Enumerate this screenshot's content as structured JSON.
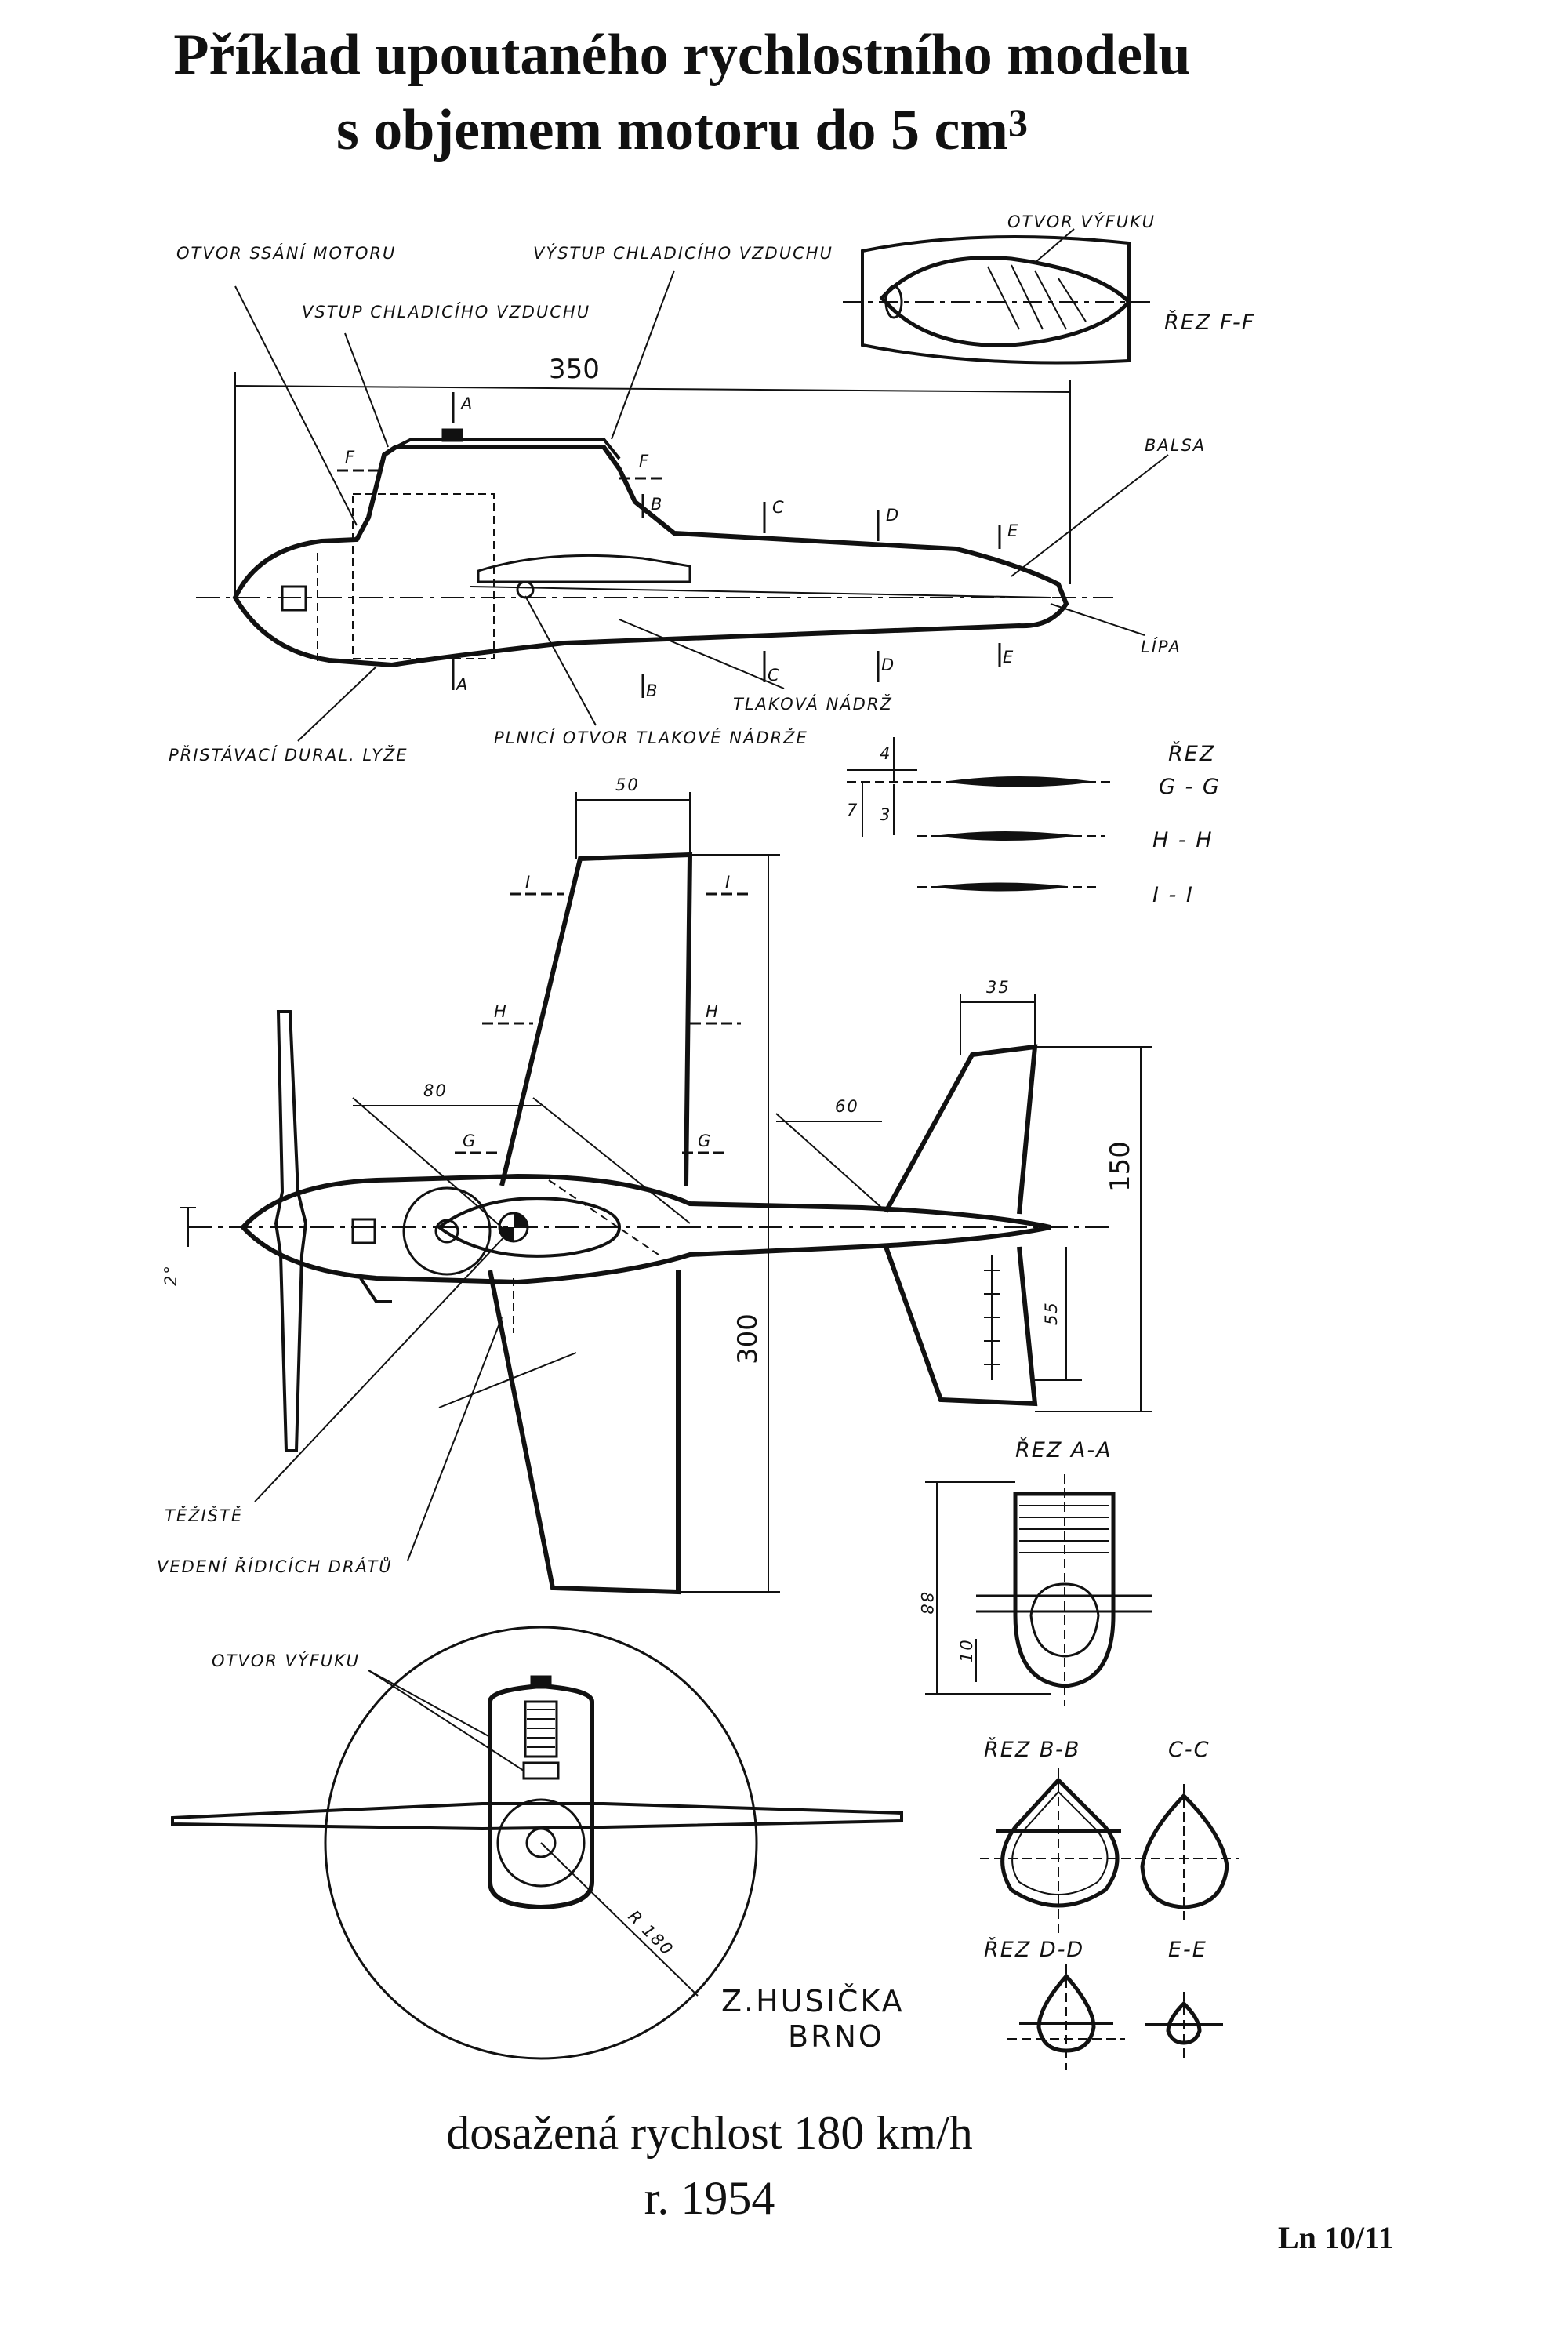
{
  "title": {
    "line1": "Příklad upoutaného rychlostního modelu",
    "line2": "s objemem motoru do  5 cm",
    "superscript": "3"
  },
  "side_view": {
    "label_intake": "OTVOR  SSÁNÍ  MOTORU",
    "label_cool_out": "VÝSTUP  CHLADICÍHO  VZDUCHU",
    "label_cool_in": "VSTUP  CHLADICÍHO  VZDUCHU",
    "label_skid": "PŘISTÁVACÍ  DURAL.  LYŽE",
    "label_fill": "PLNICÍ  OTVOR  TLAKOVÉ  NÁDRŽE",
    "label_tank": "TLAKOVÁ  NÁDRŽ",
    "label_balsa": "BALSA",
    "label_lipa": "LÍPA",
    "dim_length": "350",
    "sections": [
      "A",
      "B",
      "C",
      "D",
      "E",
      "F"
    ]
  },
  "section_ff": {
    "label_exhaust": "OTVOR  VÝFUKU",
    "label": "ŘEZ  F-F"
  },
  "wing_sections": {
    "heading": "ŘEZ",
    "rows": [
      "G - G",
      "H - H",
      "I - I"
    ],
    "dim_4": "4",
    "dim_3": "3",
    "dim_7": "7"
  },
  "top_view": {
    "dim_root": "50",
    "dim_80": "80",
    "dim_60": "60",
    "dim_35_top": "35",
    "dim_150": "150",
    "dim_300": "300",
    "dim_55": "55",
    "dim_angle": "2°",
    "cut_labels": [
      "I",
      "H",
      "G"
    ],
    "label_cg": "TĚŽIŠTĚ",
    "label_wires": "VEDENÍ  ŘÍDICÍCH  DRÁTŮ"
  },
  "section_aa": {
    "label": "ŘEZ  A-A",
    "dim_88": "88",
    "dim_10": "10"
  },
  "front_view": {
    "label_exhaust": "OTVOR  VÝFUKU",
    "dim_radius": "R 180"
  },
  "author": {
    "line1": "Z.HUSIČKA",
    "line2": "BRNO"
  },
  "small_sections": {
    "bb": "ŘEZ  B-B",
    "cc": "C-C",
    "dd": "ŘEZ  D-D",
    "ee": "E-E"
  },
  "footer": {
    "speed": "dosažená  rychlost  180 km/h",
    "year": "r. 1954",
    "reference": "Ln 10/11"
  }
}
